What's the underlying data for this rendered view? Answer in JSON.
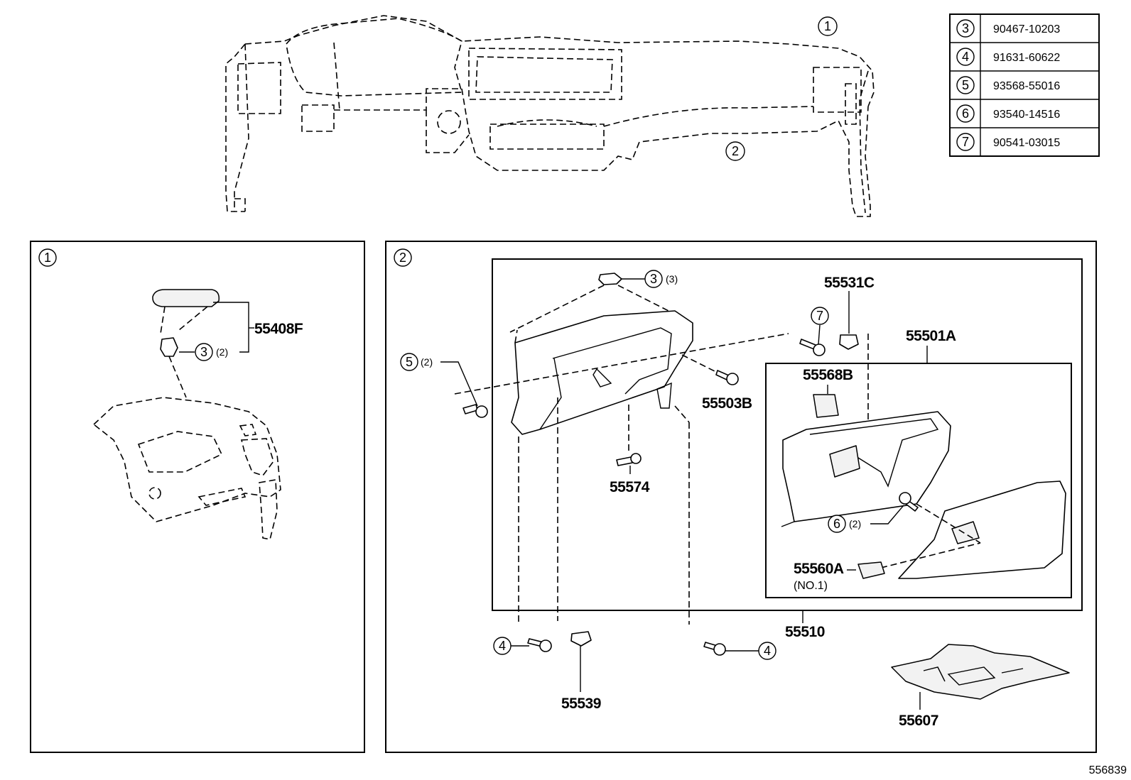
{
  "diagram": {
    "drawing_number": "556839",
    "section_markers": [
      "1",
      "2"
    ],
    "legend": [
      {
        "ref": "3",
        "part_number": "90467-10203"
      },
      {
        "ref": "4",
        "part_number": "91631-60622"
      },
      {
        "ref": "5",
        "part_number": "93568-55016"
      },
      {
        "ref": "6",
        "part_number": "93540-14516"
      },
      {
        "ref": "7",
        "part_number": "90541-03015"
      }
    ],
    "panel1": {
      "marker": "1",
      "part_55408F": "55408F",
      "clip_ref": "3",
      "clip_qty": "(2)"
    },
    "panel2": {
      "marker": "2",
      "clip_ref_top": "3",
      "clip_qty_top": "(3)",
      "bolt_ref_left": "5",
      "bolt_qty_left": "(2)",
      "screw_ref_7": "7",
      "part_55531C": "55531C",
      "part_55501A": "55501A",
      "part_55568B": "55568B",
      "part_55503B": "55503B",
      "part_55574": "55574",
      "screw_ref_6": "6",
      "screw_qty_6": "(2)",
      "part_55560A": "55560A",
      "part_55560A_note": "(NO.1)",
      "part_55510": "55510",
      "bolt_ref_bl": "4",
      "bolt_ref_br": "4",
      "part_55539": "55539",
      "part_55607": "55607"
    }
  }
}
